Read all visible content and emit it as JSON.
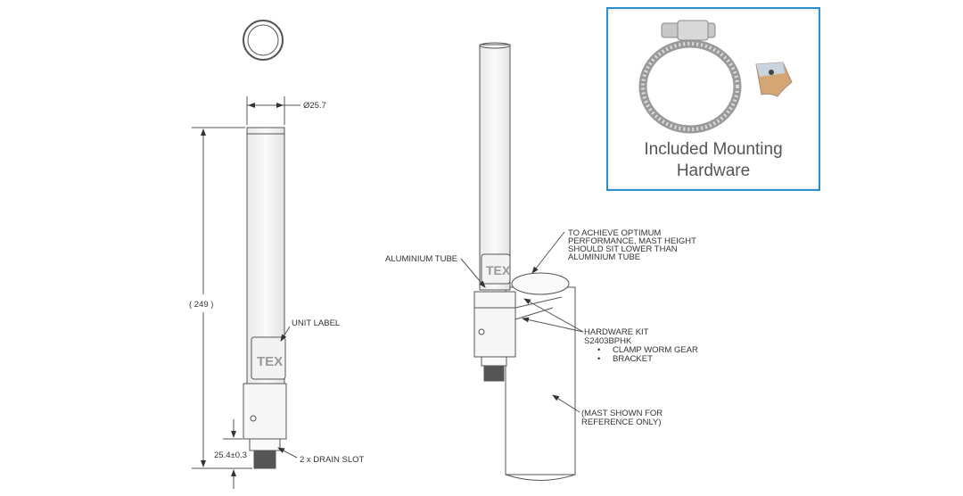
{
  "left_drawing": {
    "diameter_label": "Ø25.7",
    "height_label": "( 249 )",
    "unit_label_callout": "UNIT LABEL",
    "label_text": "TEX",
    "base_dim_label": "25.4±0.3",
    "drain_slot_callout": "2 x DRAIN SLOT"
  },
  "middle_drawing": {
    "aluminium_tube_callout": "ALUMINIUM TUBE",
    "label_text": "TEX",
    "optimum_note": [
      "TO ACHIEVE OPTIMUM",
      "PERFORMANCE, MAST HEIGHT",
      "SHOULD SIT LOWER THAN",
      "ALUMINIUM TUBE"
    ],
    "hardware_kit": {
      "title": "HARDWARE KIT",
      "part_number": "S2403BPHK",
      "items": [
        "CLAMP WORM GEAR",
        "BRACKET"
      ],
      "bullet": "•"
    },
    "mast_note": [
      "(MAST SHOWN FOR",
      "REFERENCE ONLY)"
    ]
  },
  "inset": {
    "caption_line1": "Included Mounting",
    "caption_line2": "Hardware",
    "border_color": "#2a8fcf"
  }
}
